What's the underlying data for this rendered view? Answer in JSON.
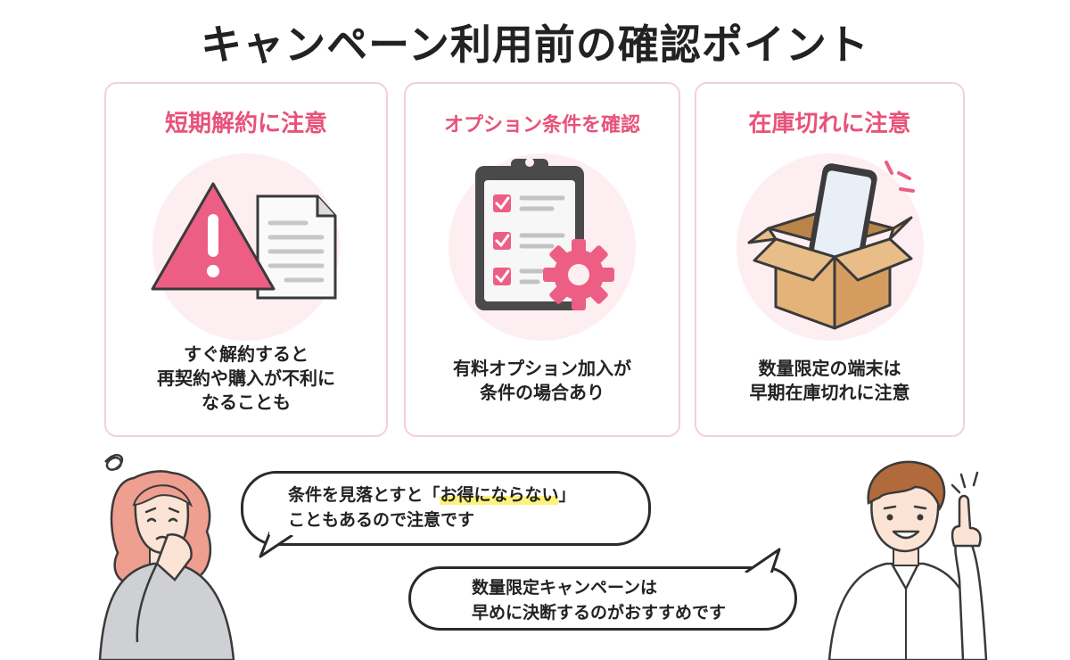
{
  "title": "キャンペーン利用前の確認ポイント",
  "cards": [
    {
      "title": "短期解約に注意",
      "icon": "warning-document-icon",
      "lines": [
        "すぐ解約すると",
        "再契約や購入が不利に",
        "なることも"
      ]
    },
    {
      "title": "オプション条件を確認",
      "icon": "checklist-gear-icon",
      "lines": [
        "有料オプション加入が",
        "条件の場合あり"
      ]
    },
    {
      "title": "在庫切れに注意",
      "icon": "box-phone-icon",
      "lines": [
        "数量限定の端末は",
        "早期在庫切れに注意"
      ]
    }
  ],
  "bubbles": [
    {
      "line1_before": "条件を見落とすと「",
      "line1_highlight": "お得にならない",
      "line1_after": "」",
      "line2": "こともあるので注意です"
    },
    {
      "line1": "数量限定キャンペーンは",
      "line2": "早めに決断するのがおすすめです"
    }
  ],
  "colors": {
    "accent": "#e8527a",
    "card_border": "#f5cfd8",
    "illustration_bg": "#fdeef1",
    "highlight": "#fff27a"
  }
}
